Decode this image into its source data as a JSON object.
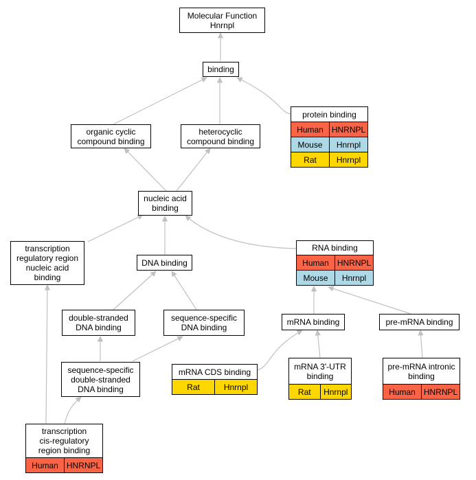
{
  "colors": {
    "human": "#fa6446",
    "mouse": "#add8e6",
    "rat": "#ffd700",
    "edge": "#c0c0c0"
  },
  "nodes": {
    "mf": {
      "title": "Molecular Function\nHnrnpl"
    },
    "binding": {
      "title": "binding"
    },
    "protein": {
      "title": "protein binding",
      "rows": [
        [
          "Human",
          "HNRNPL"
        ],
        [
          "Mouse",
          "Hnrnpl"
        ],
        [
          "Rat",
          "Hnrnpl"
        ]
      ]
    },
    "organic": {
      "title": "organic cyclic\ncompound binding"
    },
    "hetero": {
      "title": "heterocyclic\ncompound binding"
    },
    "nucleic": {
      "title": "nucleic acid\nbinding"
    },
    "trna": {
      "title": "transcription\nregulatory region\nnucleic acid\nbinding"
    },
    "dna": {
      "title": "DNA binding"
    },
    "rna": {
      "title": "RNA binding",
      "rows": [
        [
          "Human",
          "HNRNPL"
        ],
        [
          "Mouse",
          "Hnrnpl"
        ]
      ]
    },
    "dsdna": {
      "title": "double-stranded\nDNA binding"
    },
    "ssdna": {
      "title": "sequence-specific\nDNA binding"
    },
    "mrna": {
      "title": "mRNA binding"
    },
    "premrna": {
      "title": "pre-mRNA binding"
    },
    "seqds": {
      "title": "sequence-specific\ndouble-stranded\nDNA binding"
    },
    "cds": {
      "title": "mRNA CDS binding",
      "rows": [
        [
          "Rat",
          "Hnrnpl"
        ]
      ]
    },
    "utr": {
      "title": "mRNA 3'-UTR\nbinding",
      "rows": [
        [
          "Rat",
          "Hnrnpl"
        ]
      ]
    },
    "intronic": {
      "title": "pre-mRNA intronic\nbinding",
      "rows": [
        [
          "Human",
          "HNRNPL"
        ]
      ]
    },
    "cis": {
      "title": "transcription\ncis-regulatory\nregion binding",
      "rows": [
        [
          "Human",
          "HNRNPL"
        ]
      ]
    }
  }
}
